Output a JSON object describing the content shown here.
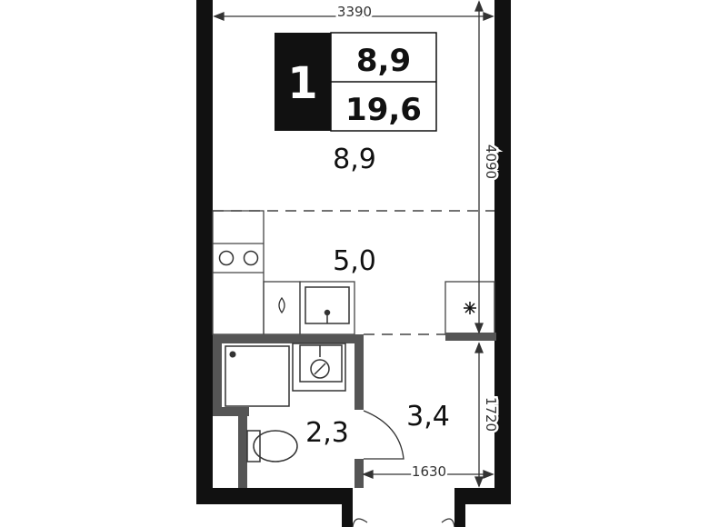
{
  "plan": {
    "room_count": "1",
    "living_area": "8,9",
    "total_area": "19,6",
    "rooms": {
      "living_room": "8,9",
      "kitchen": "5,0",
      "hallway": "3,4",
      "bathroom": "2,3"
    },
    "dimensions": {
      "top_width": "3390",
      "right_height_main": "4090",
      "right_height_lower": "1720",
      "bottom_width": "1630"
    }
  },
  "colors": {
    "wall": "#111111",
    "partition": "#555555",
    "badge_bg": "#111111"
  }
}
